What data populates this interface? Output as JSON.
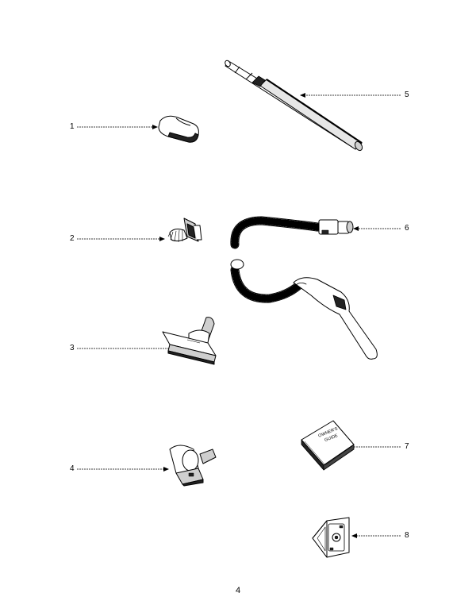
{
  "callouts": [
    {
      "number": "1"
    },
    {
      "number": "2"
    },
    {
      "number": "3"
    },
    {
      "number": "4"
    },
    {
      "number": "5"
    },
    {
      "number": "6"
    },
    {
      "number": "7"
    },
    {
      "number": "8"
    }
  ],
  "manual_cover_text": [
    "OWNER'S",
    "GUIDE"
  ],
  "page_number": "4",
  "colors": {
    "ink": "#000000",
    "paper": "#ffffff",
    "shade": "#bdbdbd"
  }
}
